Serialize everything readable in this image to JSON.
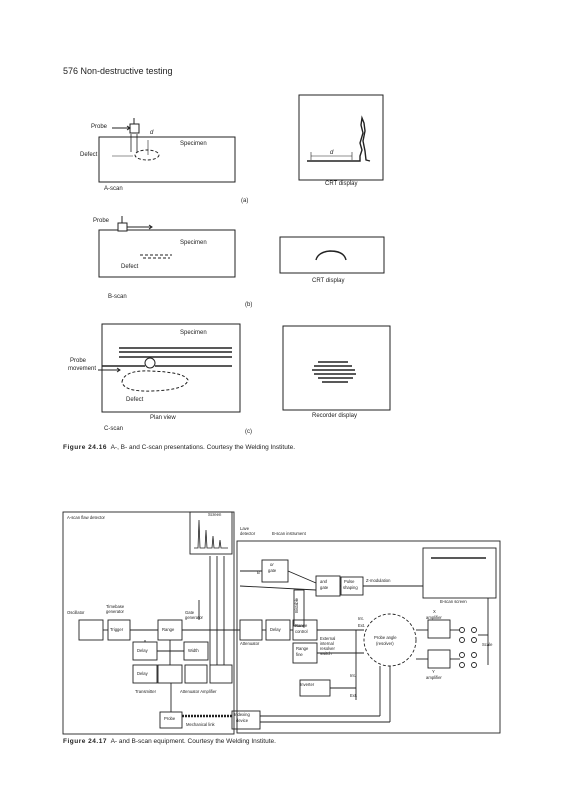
{
  "page": {
    "header": "576 Non-destructive testing"
  },
  "fig16": {
    "caption_num": "Figure 24.16",
    "caption_text": "A-, B- and C-scan presentations. Courtesy the Welding Institute.",
    "a": {
      "probe": "Probe",
      "d": "d",
      "specimen": "Specimen",
      "defect": "Defect",
      "scan": "A-scan",
      "crt": "CRT display",
      "d2": "d",
      "tag": "(a)"
    },
    "b": {
      "probe": "Probe",
      "specimen": "Specimen",
      "defect": "Defect",
      "scan": "B-scan",
      "crt": "CRT display",
      "tag": "(b)"
    },
    "c": {
      "specimen": "Specimen",
      "probe_movement_1": "Probe",
      "probe_movement_2": "movement",
      "defect": "Defect",
      "plan_view": "Plan view",
      "recorder": "Recorder display",
      "scan": "C-scan",
      "tag": "(c)"
    }
  },
  "fig17": {
    "caption_num": "Figure 24.17",
    "caption_text": "A- and B-scan equipment. Courtesy the Welding Institute.",
    "labels": {
      "flaw_detector": "A-scan flaw detector",
      "screen": "Screen",
      "lave_1": "Lave",
      "lave_2": "detector",
      "bscan_instrument": "B-scan instrument",
      "or_gate_1": "or",
      "or_gate_2": "gate",
      "b": "B",
      "and_gate_1": "and",
      "and_gate_2": "gate",
      "pulse_1": "Pulse",
      "pulse_2": "shaping",
      "z_mod": "Z-modulation",
      "bistable": "Bistable",
      "bscan_screen": "B-scan screen",
      "timebase_1": "Timebase",
      "timebase_2": "generator",
      "gate_gen_1": "Gate",
      "gate_gen_2": "generator",
      "oscillator": "Oscillator",
      "trigger": "Trigger",
      "range": "Range",
      "delay_1": "Delay",
      "width": "Width",
      "delay_2": "Delay",
      "delay_3": "Delay",
      "range_control_1": "Range",
      "range_control_2": "control",
      "attenuator": "Attenuator",
      "range_fine_1": "Range",
      "range_fine_2": "fine",
      "external_1": "External",
      "external_2": "internal",
      "external_3": "resolver",
      "external_4": "switch",
      "int_1": "Int.",
      "ext_1": "Ext.",
      "int_2": "Int.",
      "ext_2": "Ext.",
      "inverter": "Inverter",
      "x": "X",
      "x_amp": "amplifier",
      "probe_angle_1": "Probe angle",
      "probe_angle_2": "(resolver)",
      "scale": "Scale",
      "y": "Y",
      "y_amp": "amplifier",
      "transmitter": "Transmitter",
      "atten_amp": "Attenuator  Amplifier",
      "probe": "Probe",
      "mech_link": "Mechanical link",
      "indexing_1": "Indexing",
      "indexing_2": "device"
    }
  }
}
